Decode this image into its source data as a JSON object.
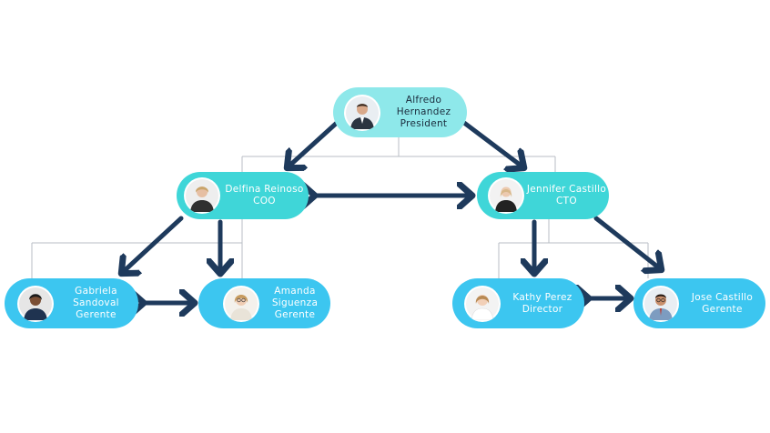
{
  "colors": {
    "president_node": "#8ee8ea",
    "exec_node": "#3fd6d8",
    "manager_node": "#3cc6f0",
    "arrow": "#1e3a5c",
    "connector": "#b9bec4"
  },
  "nodes": {
    "alfredo": {
      "name": "Alfredo Hernandez",
      "role": "President",
      "avatar": "man-suit-avatar-icon"
    },
    "delfina": {
      "name": "Delfina Reinoso",
      "role": "COO",
      "avatar": "woman-blazer-avatar-icon"
    },
    "jennifer": {
      "name": "Jennifer Castillo",
      "role": "CTO",
      "avatar": "woman-blonde-avatar-icon"
    },
    "gabriela": {
      "name_line1": "Gabriela",
      "name_line2": "Sandoval",
      "role": "Gerente",
      "avatar": "woman-dark-avatar-icon"
    },
    "amanda": {
      "name_line1": "Amanda",
      "name_line2": "Siguenza",
      "role": "Gerente",
      "avatar": "woman-glasses-avatar-icon"
    },
    "kathy": {
      "name": "Kathy Perez",
      "role": "Director",
      "avatar": "woman-smiling-avatar-icon"
    },
    "jose": {
      "name": "Jose Castillo",
      "role": "Gerente",
      "avatar": "man-glasses-avatar-icon"
    }
  }
}
